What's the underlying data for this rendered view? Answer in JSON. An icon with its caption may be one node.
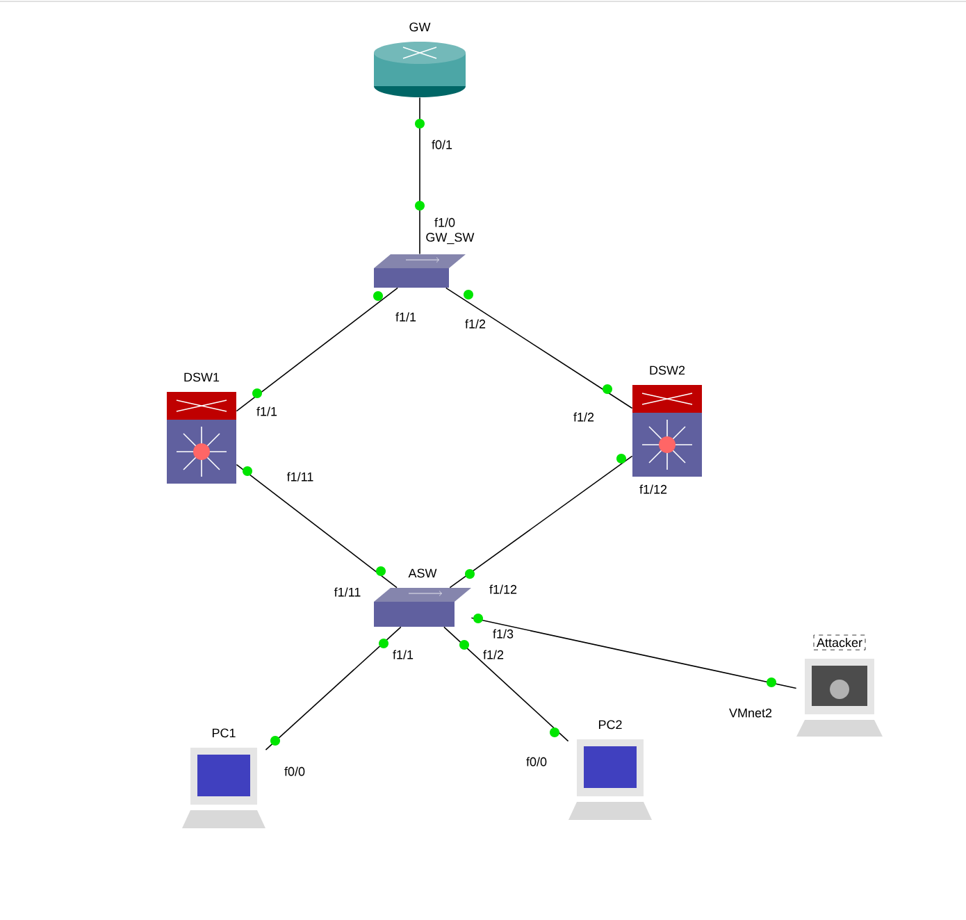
{
  "diagram": {
    "nodes": [
      {
        "text": [
          "GW"
        ]
      },
      {
        "text": [
          "GW_SW"
        ]
      },
      {
        "text": [
          "DSW1"
        ]
      },
      {
        "text": [
          "DSW2"
        ]
      },
      {
        "text": [
          "ASW"
        ]
      },
      {
        "text": [
          "PC1"
        ]
      },
      {
        "text": [
          "PC2"
        ]
      },
      {
        "text": [
          "Attacker"
        ]
      }
    ],
    "edges": [
      {
        "from": 0,
        "to": 1,
        "arrow": "none"
      },
      {
        "from": 1,
        "to": 2,
        "arrow": "none"
      },
      {
        "from": 1,
        "to": 3,
        "arrow": "none"
      },
      {
        "from": 2,
        "to": 4,
        "arrow": "none"
      },
      {
        "from": 3,
        "to": 4,
        "arrow": "none"
      },
      {
        "from": 4,
        "to": 5,
        "arrow": "none"
      },
      {
        "from": 4,
        "to": 6,
        "arrow": "none"
      },
      {
        "from": 4,
        "to": 7,
        "arrow": "none"
      }
    ],
    "labels": [
      "f0/1",
      "f1/0",
      "f1/1",
      "f1/2",
      "f1/1",
      "f1/11",
      "f1/2",
      "f1/12",
      "f1/11",
      "f1/12",
      "f1/3",
      "f1/1",
      "f1/2",
      "VMnet2",
      "f0/0",
      "f0/0"
    ]
  }
}
